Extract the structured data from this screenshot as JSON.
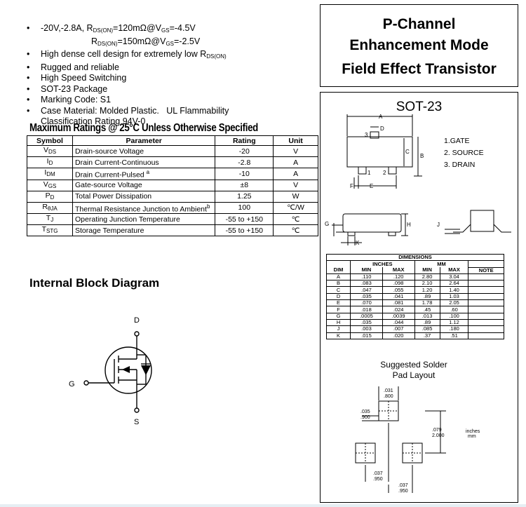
{
  "features": [
    {
      "html": "-20V,-2.8A, R<sub>DS(ON)</sub>=120mΩ@V<sub>GS</sub>=-4.5V"
    },
    {
      "html": "R<sub>DS(ON)</sub>=150mΩ@V<sub>GS</sub>=-2.5V",
      "indent": true,
      "nobullet": true
    },
    {
      "html": "High dense cell design for extremely low R<sub>DS(ON)</sub>"
    },
    {
      "html": "Rugged and reliable"
    },
    {
      "html": "High Speed Switching"
    },
    {
      "html": "SOT-23 Package"
    },
    {
      "html": "Marking Code: S1"
    },
    {
      "html": "Case Material: Molded Plastic.&nbsp;&nbsp;&nbsp;UL Flammability"
    },
    {
      "html": "Classification Rating 94V-0",
      "nobullet": true
    }
  ],
  "ratings": {
    "title": "Maximum Ratings @ 25°C Unless Otherwise Specified",
    "headers": [
      "Symbol",
      "Parameter",
      "Rating",
      "Unit"
    ],
    "rows": [
      {
        "sym": "V<sub>DS</sub>",
        "param": "Drain-source Voltage",
        "rating": "-20",
        "unit": "V"
      },
      {
        "sym": "I<sub>D</sub>",
        "param": "Drain Current-Continuous",
        "rating": "-2.8",
        "unit": "A"
      },
      {
        "sym": "I<sub>DM</sub>",
        "param": "Drain Current-Pulsed <sup>a</sup>",
        "rating": "-10",
        "unit": "A"
      },
      {
        "sym": "V<sub>GS</sub>",
        "param": "Gate-source Voltage",
        "rating": "±8",
        "unit": "V"
      },
      {
        "sym": "P<sub>D</sub>",
        "param": "Total Power Dissipation",
        "rating": "1.25",
        "unit": "W"
      },
      {
        "sym": "R<sub>θJA</sub>",
        "param": "Thermal Resistance Junction to Ambient<sup>b</sup>",
        "rating": "100",
        "unit": "℃/W"
      },
      {
        "sym": "T<sub>J</sub>",
        "param": "Operating Junction Temperature",
        "rating": "-55 to +150",
        "unit": "℃"
      },
      {
        "sym": "T<sub>STG</sub>",
        "param": "Storage Temperature",
        "rating": "-55 to +150",
        "unit": "℃"
      }
    ]
  },
  "title_lines": [
    "P-Channel",
    "Enhancement Mode",
    "Field Effect Transistor"
  ],
  "package": "SOT-23",
  "pins": [
    "1.GATE",
    "2. SOURCE",
    "3. DRAIN"
  ],
  "pkg_labels": {
    "A": "A",
    "B": "B",
    "C": "C",
    "D": "D",
    "E": "E",
    "F": "F",
    "G": "G",
    "H": "H",
    "J": "J",
    "K": "K",
    "p1": "1",
    "p2": "2",
    "p3": "3"
  },
  "dims": {
    "title": "DIMENSIONS",
    "inches": "INCHES",
    "mm": "MM",
    "cols": [
      "DIM",
      "MIN",
      "MAX",
      "MIN",
      "MAX",
      "NOTE"
    ],
    "rows": [
      [
        "A",
        ".110",
        ".120",
        "2.80",
        "3.04"
      ],
      [
        "B",
        ".083",
        ".098",
        "2.10",
        "2.64"
      ],
      [
        "C",
        ".047",
        ".055",
        "1.20",
        "1.40"
      ],
      [
        "D",
        ".035",
        ".041",
        ".89",
        "1.03"
      ],
      [
        "E",
        ".070",
        ".081",
        "1.78",
        "2.05"
      ],
      [
        "F",
        ".018",
        ".024",
        ".45",
        ".60"
      ],
      [
        "G",
        ".0005",
        ".0039",
        ".013",
        ".100"
      ],
      [
        "H",
        ".035",
        ".044",
        ".89",
        "1.12"
      ],
      [
        "J",
        ".003",
        ".007",
        ".085",
        ".180"
      ],
      [
        "K",
        ".015",
        ".020",
        ".37",
        ".51"
      ]
    ]
  },
  "ibd_title": "Internal Block Diagram",
  "circuit": {
    "d": "D",
    "g": "G",
    "s": "S"
  },
  "solder": {
    "title1": "Suggested Solder",
    "title2": "Pad Layout",
    "d1_in": ".031",
    "d1_mm": ".800",
    "d2_in": ".035",
    "d2_mm": ".900",
    "d3_in": ".079",
    "d3_mm": "2.000",
    "d4_in": ".037",
    "d4_mm": ".950",
    "d5_in": ".037",
    "d5_mm": ".950",
    "units_in": "inches",
    "units_mm": "mm"
  }
}
